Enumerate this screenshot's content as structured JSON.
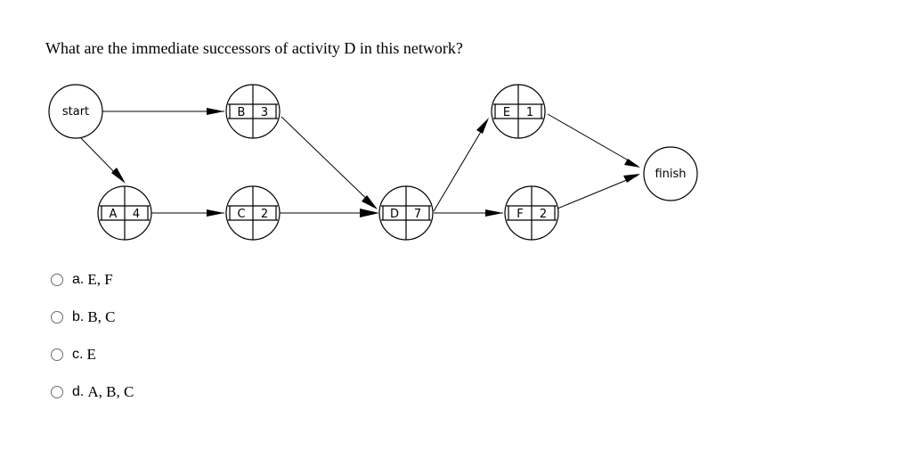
{
  "question": "What are the immediate successors of activity D in this network?",
  "diagram": {
    "terminals": {
      "start": "start",
      "finish": "finish"
    },
    "activities": [
      {
        "id": "A",
        "duration": "4"
      },
      {
        "id": "B",
        "duration": "3"
      },
      {
        "id": "C",
        "duration": "2"
      },
      {
        "id": "D",
        "duration": "7"
      },
      {
        "id": "E",
        "duration": "1"
      },
      {
        "id": "F",
        "duration": "2"
      }
    ],
    "edges": [
      [
        "start",
        "B"
      ],
      [
        "start",
        "A"
      ],
      [
        "A",
        "C"
      ],
      [
        "B",
        "D"
      ],
      [
        "C",
        "D"
      ],
      [
        "D",
        "E"
      ],
      [
        "D",
        "F"
      ],
      [
        "E",
        "finish"
      ],
      [
        "F",
        "finish"
      ]
    ]
  },
  "options": [
    {
      "letter": "a.",
      "text": "E, F"
    },
    {
      "letter": "b.",
      "text": "B, C"
    },
    {
      "letter": "c.",
      "text": "E"
    },
    {
      "letter": "d.",
      "text": "A, B, C"
    }
  ]
}
